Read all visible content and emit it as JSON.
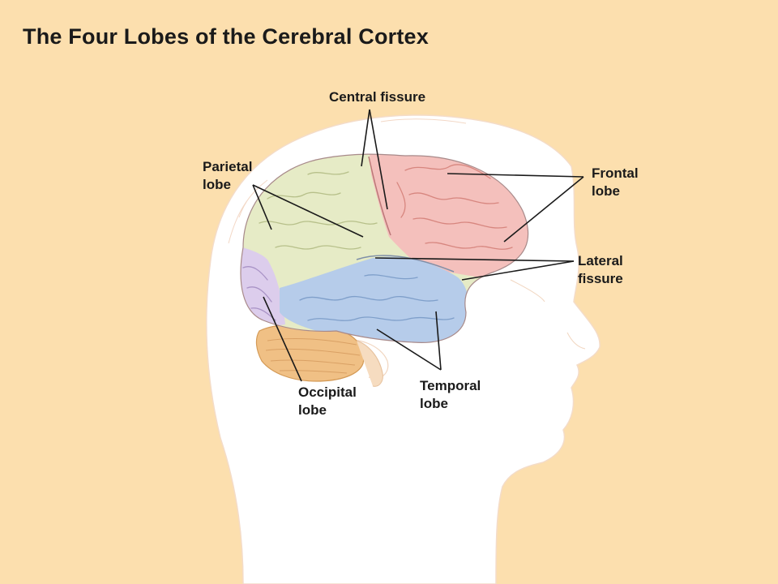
{
  "title": "The Four Lobes of the Cerebral Cortex",
  "labels": {
    "central_fissure": "Central fissure",
    "parietal": [
      "Parietal",
      "lobe"
    ],
    "frontal": [
      "Frontal",
      "lobe"
    ],
    "lateral_fissure": [
      "Lateral",
      "fissure"
    ],
    "occipital": [
      "Occipital",
      "lobe"
    ],
    "temporal": [
      "Temporal",
      "lobe"
    ]
  },
  "colors": {
    "background": "#fcdfae",
    "head": "#ffffff",
    "frontal_lobe": "#f4c0bc",
    "parietal_lobe": "#e6ebc6",
    "temporal_lobe": "#b6ccea",
    "occipital_lobe": "#dccdec",
    "cerebellum": "#f0c085"
  }
}
